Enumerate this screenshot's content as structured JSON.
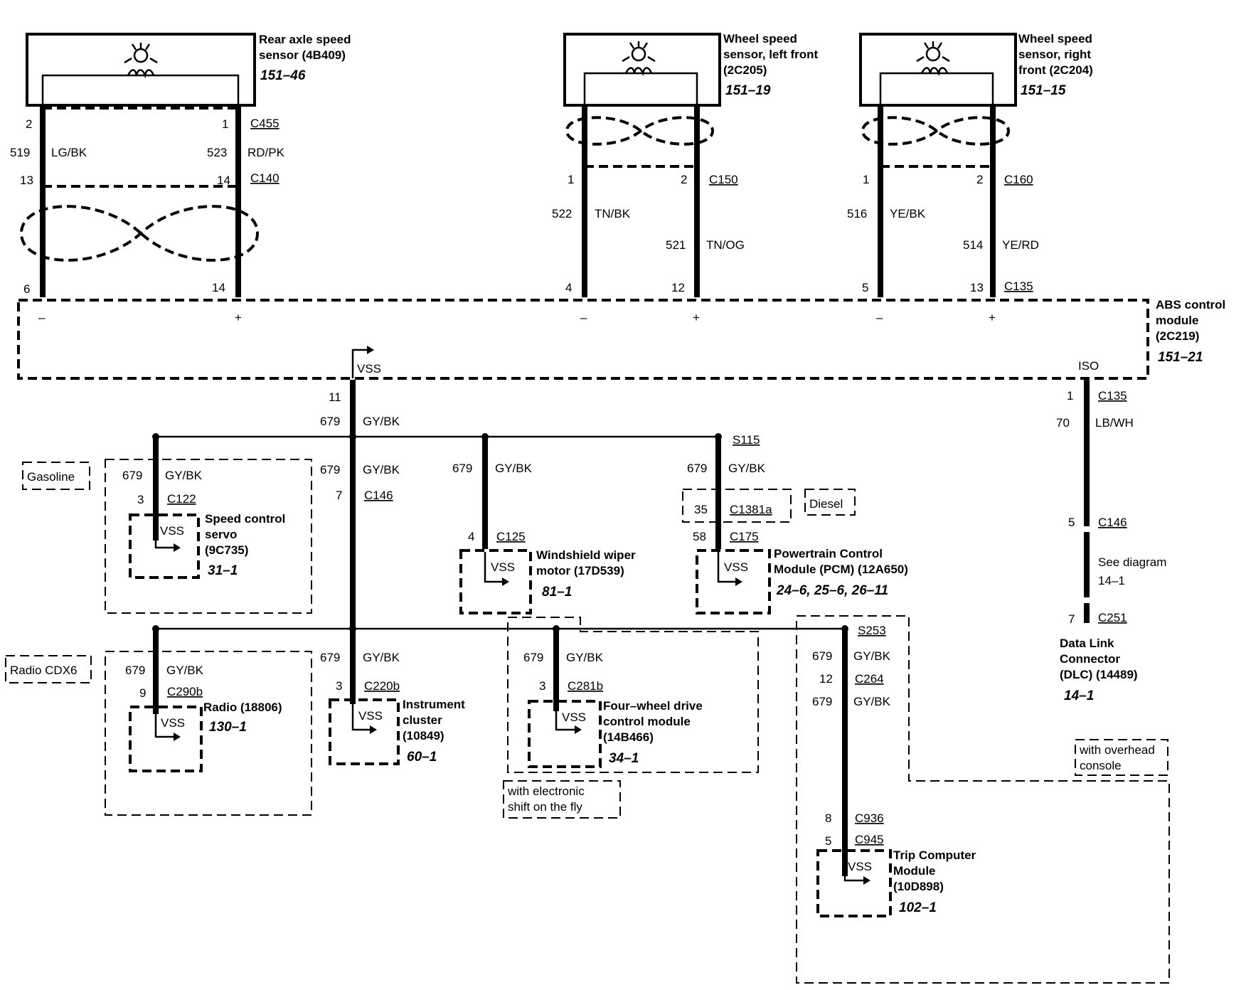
{
  "components": {
    "rear_axle_sensor": {
      "name_1": "Rear axle speed",
      "name_2": "sensor (4B409)",
      "ref": "151–46"
    },
    "lf_sensor": {
      "name_1": "Wheel speed",
      "name_2": "sensor, left front",
      "name_3": "(2C205)",
      "ref": "151–19"
    },
    "rf_sensor": {
      "name_1": "Wheel speed",
      "name_2": "sensor, right",
      "name_3": "front (2C204)",
      "ref": "151–15"
    },
    "abs": {
      "name_1": "ABS control",
      "name_2": "module",
      "name_3": "(2C219)",
      "ref": "151–21",
      "vss": "VSS",
      "iso": "ISO"
    },
    "speed_servo": {
      "name_1": "Speed control",
      "name_2": "servo",
      "name_3": "(9C735)",
      "ref": "31–1",
      "vss": "VSS"
    },
    "wiper": {
      "name_1": "Windshield wiper",
      "name_2": "motor (17D539)",
      "ref": "81–1",
      "vss": "VSS"
    },
    "pcm": {
      "name_1": "Powertrain Control",
      "name_2": "Module (PCM) (12A650)",
      "ref": "24–6, 25–6, 26–11",
      "vss": "VSS"
    },
    "radio": {
      "name": "Radio (18806)",
      "ref": "130–1",
      "vss": "VSS"
    },
    "cluster": {
      "name_1": "Instrument",
      "name_2": "cluster",
      "name_3": "(10849)",
      "ref": "60–1",
      "vss": "VSS"
    },
    "fwd": {
      "name_1": "Four–wheel drive",
      "name_2": "control module",
      "name_3": "(14B466)",
      "ref": "34–1",
      "vss": "VSS"
    },
    "trip": {
      "name_1": "Trip Computer",
      "name_2": "Module",
      "name_3": "(10D898)",
      "ref": "102–1",
      "vss": "VSS"
    },
    "dlc": {
      "name_1": "Data Link",
      "name_2": "Connector",
      "name_3": "(DLC) (14489)",
      "ref": "14–1"
    }
  },
  "options": {
    "gasoline": "Gasoline",
    "diesel": "Diesel",
    "radio_cdx6": "Radio CDX6",
    "electronic_shift_1": "with electronic",
    "electronic_shift_2": "shift on the fly",
    "overhead_1": "with overhead",
    "overhead_2": "console"
  },
  "connectors": {
    "c455": "C455",
    "c140": "C140",
    "c150": "C150",
    "c160": "C160",
    "c135_top": "C135",
    "c135_iso": "C135",
    "s115": "S115",
    "c122": "C122",
    "c146": "C146",
    "c1381a": "C1381a",
    "c125": "C125",
    "c175": "C175",
    "c146_iso": "C146",
    "c251": "C251",
    "s253": "S253",
    "c290b": "C290b",
    "c220b": "C220b",
    "c281b": "C281b",
    "c264": "C264",
    "c936": "C936",
    "c945": "C945"
  },
  "pins": {
    "ra_2": "2",
    "ra_1": "1",
    "ra_13": "13",
    "ra_14a": "14",
    "ra_6": "6",
    "ra_14b": "14",
    "lf_1": "1",
    "lf_2": "2",
    "lf_4": "4",
    "lf_12": "12",
    "rf_1": "1",
    "rf_2": "2",
    "rf_5": "5",
    "rf_13": "13",
    "abs_11": "11",
    "iso_1": "1",
    "servo_3": "3",
    "cluster_7": "7",
    "wiper_4": "4",
    "pcm_35": "35",
    "pcm_58": "58",
    "dlc_5": "5",
    "dlc_7": "7",
    "radio_9": "9",
    "cluster_3": "3",
    "fwd_3": "3",
    "trip_12": "12",
    "trip_8": "8",
    "trip_5": "5"
  },
  "circuits": {
    "c519": "519",
    "lgbk": "LG/BK",
    "c523": "523",
    "rdpk": "RD/PK",
    "c522": "522",
    "tnbk": "TN/BK",
    "c521": "521",
    "tnog": "TN/OG",
    "c516": "516",
    "yebk": "YE/BK",
    "c514": "514",
    "yerd": "YE/RD",
    "c679": "679",
    "gybk": "GY/BK",
    "c70": "70",
    "lbwh": "LB/WH"
  },
  "polarity": {
    "neg": "–",
    "pos": "+"
  },
  "notes": {
    "see_1": "See diagram",
    "see_2": "14–1"
  }
}
